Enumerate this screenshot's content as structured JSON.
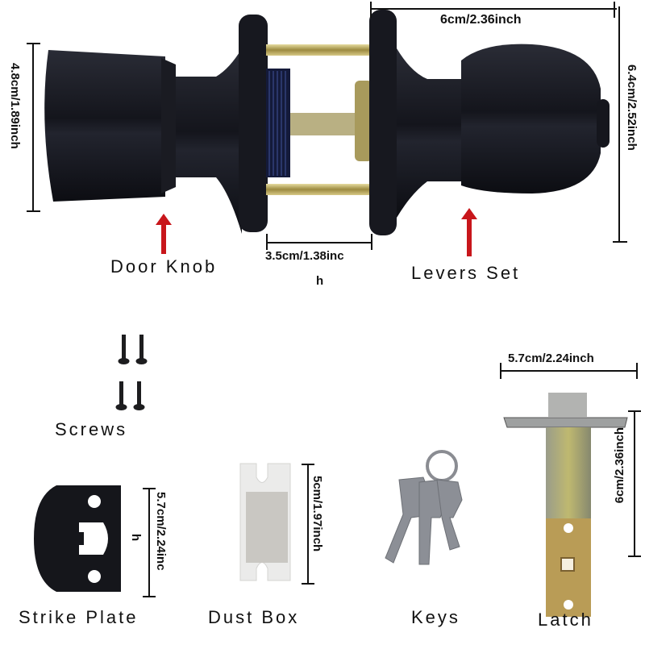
{
  "diagram": {
    "title": "Door knob lock set components with dimensions",
    "background_color": "#ffffff",
    "finish_color": "#17181f",
    "brass_color": "#b9a25a",
    "arrow_color": "#c8161b",
    "components": [
      {
        "id": "door-knob",
        "label": "Door Knob",
        "dimension": "4.8cm/1.89inch",
        "dimension_orientation": "vertical"
      },
      {
        "id": "levers-set",
        "label": "Levers Set",
        "dimension": "6.4cm/2.52inch",
        "dimension_orientation": "vertical",
        "length_dimension": "6cm/2.36inch"
      },
      {
        "id": "spindle-assembly",
        "label": "",
        "dimension_line1": "3.5cm/1.38inc",
        "dimension_line2": "h"
      },
      {
        "id": "screws",
        "label": "Screws",
        "count": 4
      },
      {
        "id": "strike-plate",
        "label": "Strike Plate",
        "dimension_line1": "5.7cm/2.24inc",
        "dimension_line2": "h"
      },
      {
        "id": "dust-box",
        "label": "Dust Box",
        "dimension": "5cm/1.97inch"
      },
      {
        "id": "keys",
        "label": "Keys",
        "count": 3
      },
      {
        "id": "latch",
        "label": "Latch",
        "width_dimension": "5.7cm/2.24inch",
        "height_dimension": "6cm/2.36inch"
      }
    ]
  }
}
